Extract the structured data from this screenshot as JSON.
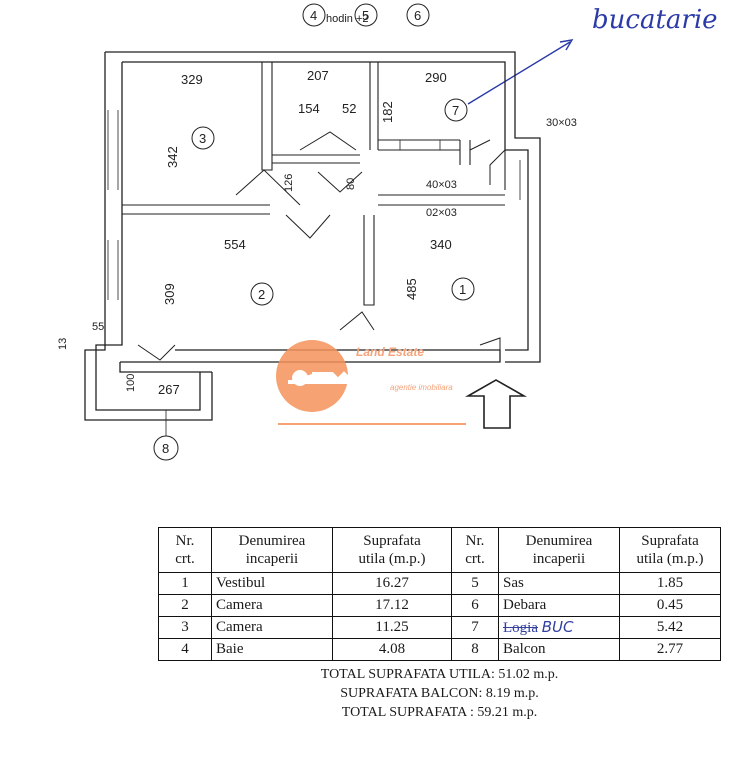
{
  "header_circles": [
    "4",
    "5",
    "6"
  ],
  "header_note": "hodin +2",
  "handwritten_note": "bucatarie",
  "watermark": {
    "brand": "Land Estate",
    "tagline": "agentie imobiliara",
    "color": "#f5925a"
  },
  "plan_labels": {
    "dim_329": "329",
    "dim_207": "207",
    "dim_290": "290",
    "dim_154": "154",
    "dim_52": "52",
    "dim_182": "182",
    "dim_342": "342",
    "dim_126": "126",
    "dim_80": "80",
    "dim_30x03": "30×03",
    "dim_40x03": "40×03",
    "dim_02x03": "02×03",
    "dim_554": "554",
    "dim_340": "340",
    "dim_309": "309",
    "dim_485": "485",
    "dim_13": "13",
    "dim_55": "55",
    "dim_100": "100",
    "dim_267": "267"
  },
  "room_numbers": [
    "1",
    "2",
    "3",
    "7",
    "8"
  ],
  "table": {
    "headers": {
      "nr": [
        "Nr.",
        "crt."
      ],
      "denumire": [
        "Denumirea",
        "incaperii"
      ],
      "suprafata": [
        "Suprafata",
        "utila (m.p.)"
      ]
    },
    "rows": [
      {
        "nr_a": "1",
        "name_a": "Vestibul",
        "area_a": "16.27",
        "nr_b": "5",
        "name_b": "Sas",
        "area_b": "1.85"
      },
      {
        "nr_a": "2",
        "name_a": "Camera",
        "area_a": "17.12",
        "nr_b": "6",
        "name_b": "Debara",
        "area_b": "0.45"
      },
      {
        "nr_a": "3",
        "name_a": "Camera",
        "area_a": "11.25",
        "nr_b": "7",
        "name_b": "Logia",
        "area_b": "5.42",
        "note_b": "BUC"
      },
      {
        "nr_a": "4",
        "name_a": "Baie",
        "area_a": "4.08",
        "nr_b": "8",
        "name_b": "Balcon",
        "area_b": "2.77"
      }
    ]
  },
  "totals": {
    "utila": "TOTAL SUPRAFATA UTILA: 51.02 m.p.",
    "balcon": "SUPRAFATA BALCON: 8.19 m.p.",
    "total": "TOTAL SUPRAFATA : 59.21 m.p."
  }
}
